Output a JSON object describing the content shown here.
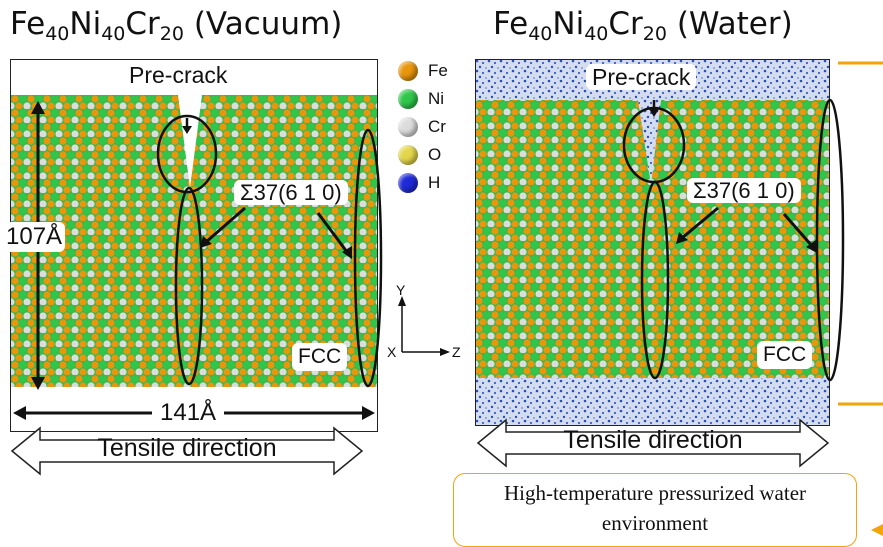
{
  "left_panel": {
    "title_base": [
      "Fe",
      "Ni",
      "Cr"
    ],
    "title_subs": [
      "40",
      "40",
      "20"
    ],
    "title_suffix": " (Vacuum)",
    "precrack_label": "Pre-crack",
    "gb_label": "Σ37(6 1 0)",
    "height_label": "107Å",
    "width_label": "141Å",
    "fcc_label": "FCC",
    "tensile_label": "Tensile direction"
  },
  "right_panel": {
    "title_base": [
      "Fe",
      "Ni",
      "Cr"
    ],
    "title_subs": [
      "40",
      "40",
      "20"
    ],
    "title_suffix": " (Water)",
    "precrack_label": "Pre-crack",
    "gb_label": "Σ37(6 1 0)",
    "fcc_label": "FCC",
    "tensile_label": "Tensile direction"
  },
  "legend": [
    {
      "element": "Fe",
      "color": "#e8960c"
    },
    {
      "element": "Ni",
      "color": "#2fc74a"
    },
    {
      "element": "Cr",
      "color": "#dcdcdc"
    },
    {
      "element": "O",
      "color": "#e4d64a"
    },
    {
      "element": "H",
      "color": "#1f2ad8"
    }
  ],
  "axes": {
    "y_label": "Y",
    "x_label": "X",
    "z_label": "Z"
  },
  "environment_note": "High-temperature pressurized water environment",
  "colors": {
    "orange_frame": "#f2a40a",
    "water_bg": "#cfd9ee",
    "water_dots": "#2b4fb8"
  }
}
